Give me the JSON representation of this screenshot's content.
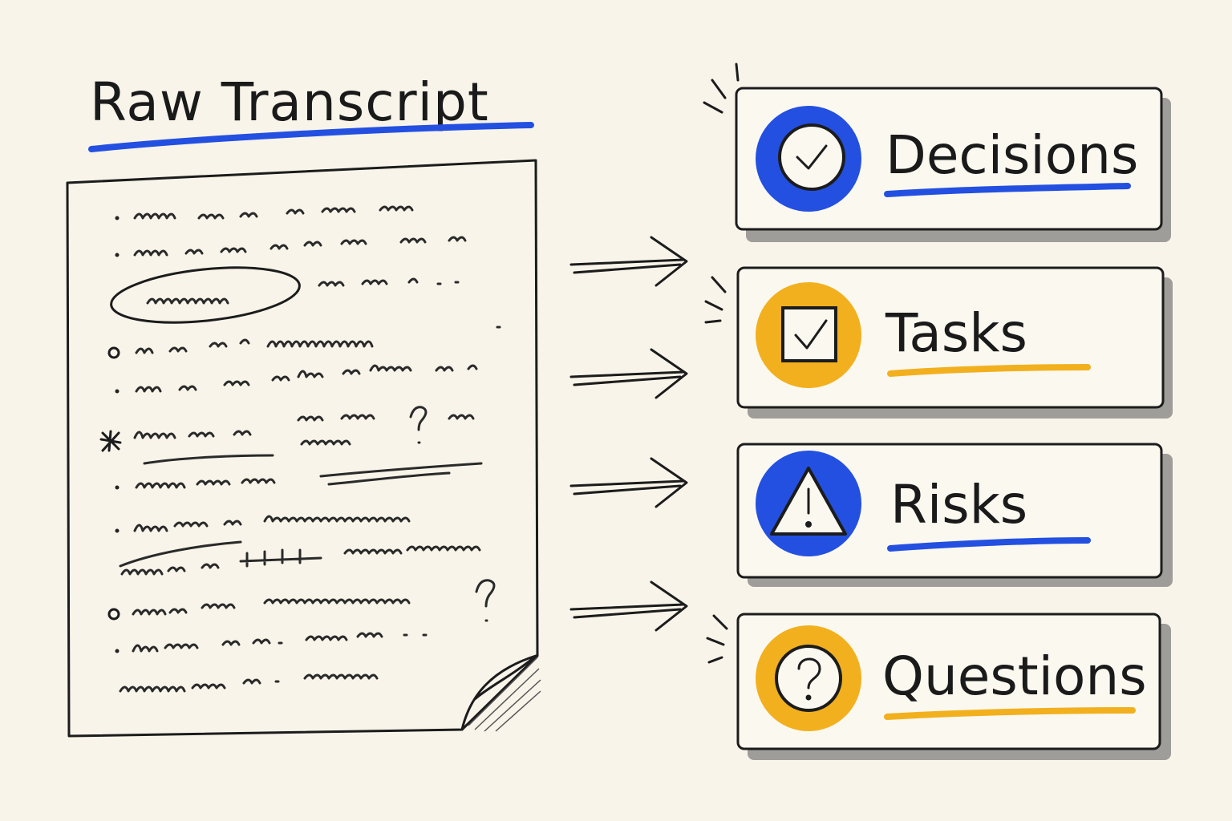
{
  "title": "Raw Transcript",
  "categories": [
    {
      "label": "Decisions",
      "icon": "check-circle-icon",
      "color": "#2350e0"
    },
    {
      "label": "Tasks",
      "icon": "checkbox-icon",
      "color": "#f2b01e"
    },
    {
      "label": "Risks",
      "icon": "warning-triangle-icon",
      "color": "#2350e0"
    },
    {
      "label": "Questions",
      "icon": "question-circle-icon",
      "color": "#f2b01e"
    }
  ],
  "colors": {
    "background": "#f8f4ea",
    "ink": "#1a1a1a",
    "blue": "#2350e0",
    "yellow": "#f2b01e"
  }
}
